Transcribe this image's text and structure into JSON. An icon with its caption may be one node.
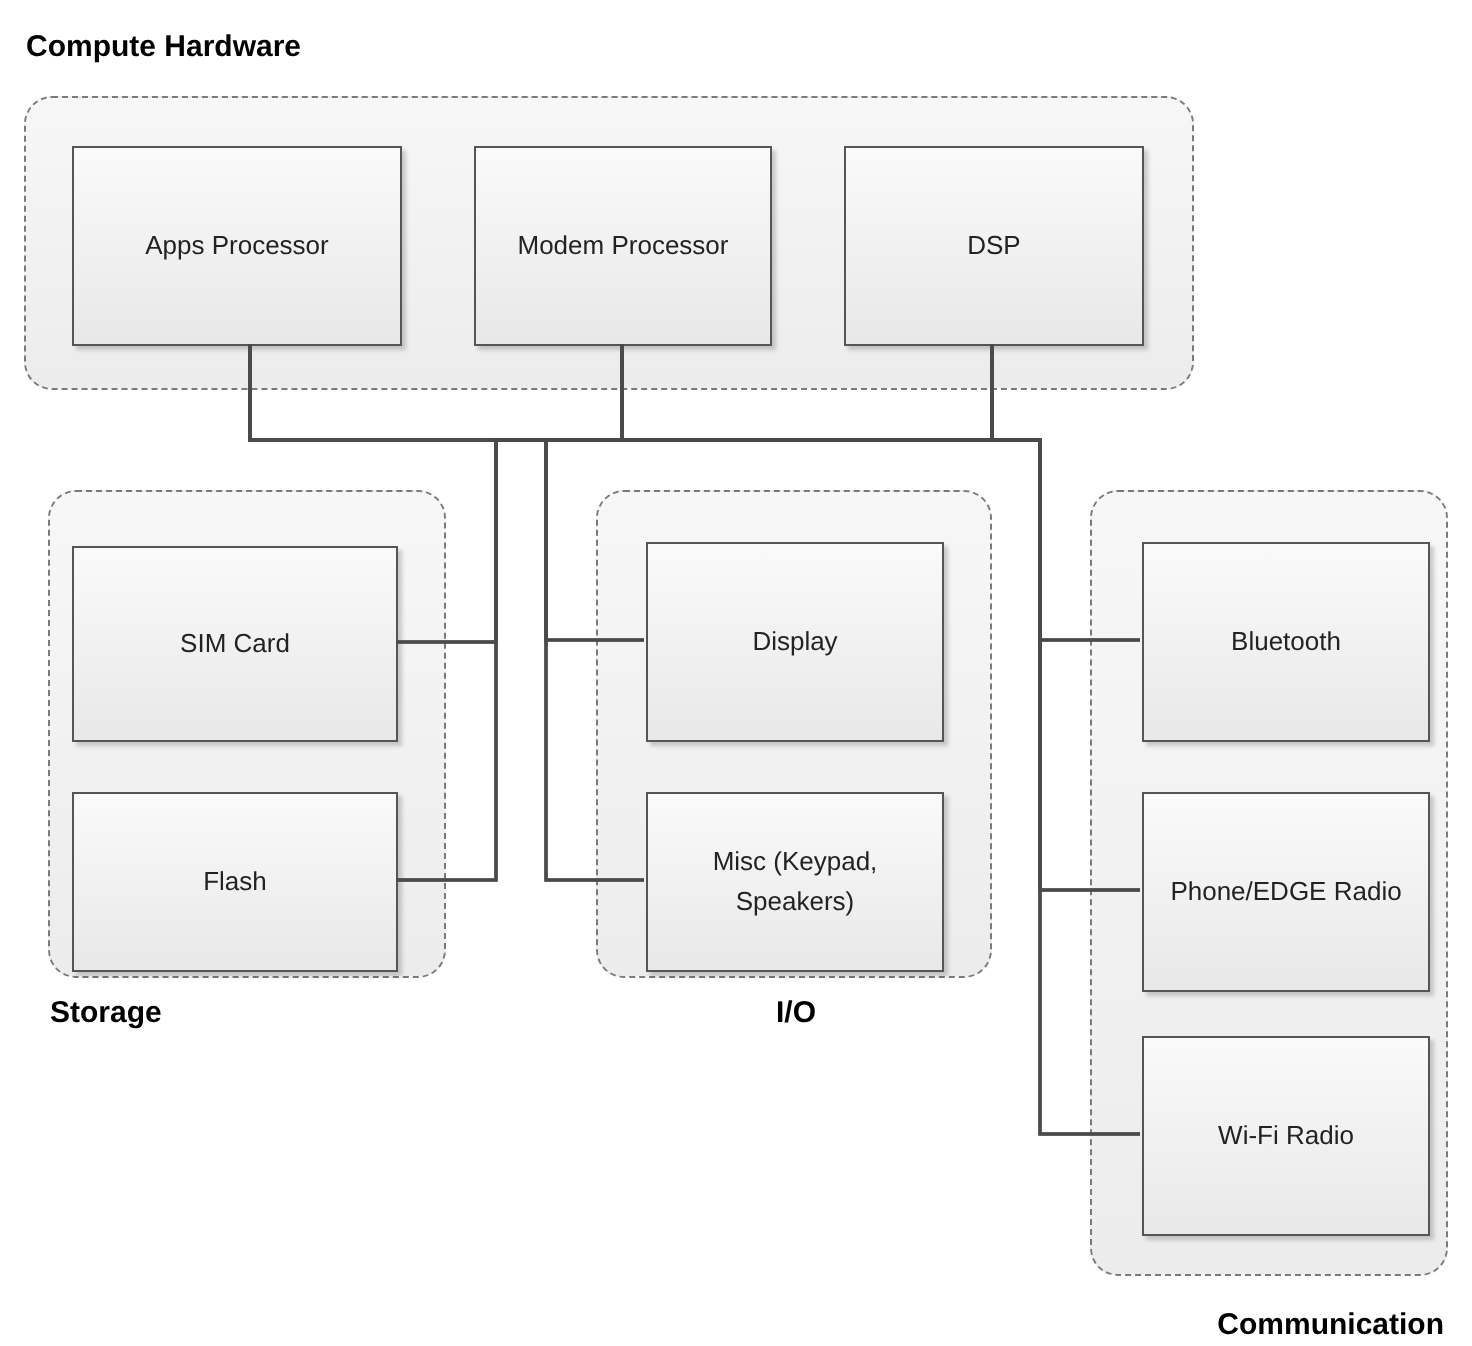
{
  "diagram": {
    "nodes": [
      {
        "text": [
          "Compute Hardware"
        ]
      },
      {
        "text": [
          "Apps Processor"
        ],
        "in": 0
      },
      {
        "text": [
          "Modem Processor"
        ],
        "in": 0
      },
      {
        "text": [
          "DSP"
        ],
        "in": 0
      },
      {
        "text": [
          "Storage"
        ]
      },
      {
        "text": [
          "SIM Card"
        ],
        "in": 4
      },
      {
        "text": [
          "Flash"
        ],
        "in": 4
      },
      {
        "text": [
          "I/O"
        ]
      },
      {
        "text": [
          "Display"
        ],
        "in": 7
      },
      {
        "text": [
          "Misc (Keypad, Speakers)"
        ],
        "in": 7
      },
      {
        "text": [
          "Communication"
        ]
      },
      {
        "text": [
          "Bluetooth"
        ],
        "in": 10
      },
      {
        "text": [
          "Phone/EDGE Radio"
        ],
        "in": 10
      },
      {
        "text": [
          "Wi-Fi Radio"
        ],
        "in": 10
      }
    ],
    "edges": [
      {
        "from": 1,
        "to": 5,
        "arrow": "none"
      },
      {
        "from": 1,
        "to": 6,
        "arrow": "none"
      },
      {
        "from": 1,
        "to": 8,
        "arrow": "none"
      },
      {
        "from": 1,
        "to": 9,
        "arrow": "none"
      },
      {
        "from": 1,
        "to": 11,
        "arrow": "none"
      },
      {
        "from": 1,
        "to": 12,
        "arrow": "none"
      },
      {
        "from": 1,
        "to": 13,
        "arrow": "none"
      },
      {
        "from": 2,
        "to": 5,
        "arrow": "none"
      },
      {
        "from": 2,
        "to": 6,
        "arrow": "none"
      },
      {
        "from": 2,
        "to": 8,
        "arrow": "none"
      },
      {
        "from": 2,
        "to": 9,
        "arrow": "none"
      },
      {
        "from": 2,
        "to": 11,
        "arrow": "none"
      },
      {
        "from": 2,
        "to": 12,
        "arrow": "none"
      },
      {
        "from": 2,
        "to": 13,
        "arrow": "none"
      },
      {
        "from": 3,
        "to": 5,
        "arrow": "none"
      },
      {
        "from": 3,
        "to": 6,
        "arrow": "none"
      },
      {
        "from": 3,
        "to": 8,
        "arrow": "none"
      },
      {
        "from": 3,
        "to": 9,
        "arrow": "none"
      },
      {
        "from": 3,
        "to": 11,
        "arrow": "none"
      },
      {
        "from": 3,
        "to": 12,
        "arrow": "none"
      },
      {
        "from": 3,
        "to": 13,
        "arrow": "none"
      }
    ]
  }
}
